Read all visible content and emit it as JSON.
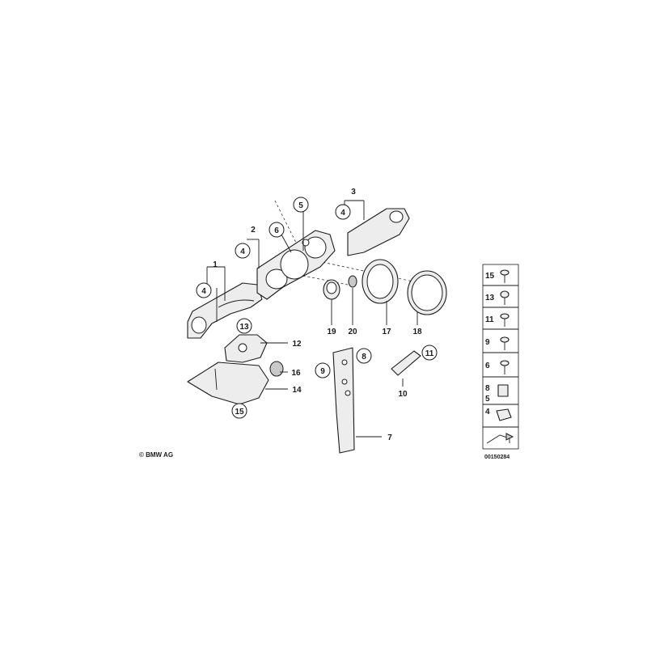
{
  "callouts": {
    "c1": "1",
    "c2": "2",
    "c3": "3",
    "c4a": "4",
    "c4b": "4",
    "c4c": "4",
    "c5": "5",
    "c6": "6",
    "c7": "7",
    "c8": "8",
    "c9": "9",
    "c10": "10",
    "c11": "11",
    "c12": "12",
    "c13": "13",
    "c14": "14",
    "c15": "15",
    "c16": "16",
    "c17": "17",
    "c18": "18",
    "c19": "19",
    "c20": "20"
  },
  "legend": {
    "items": [
      "15",
      "13",
      "11",
      "9",
      "6",
      "8",
      "5",
      "4"
    ]
  },
  "copyright": "© BMW AG",
  "diagram_id": "00150284"
}
